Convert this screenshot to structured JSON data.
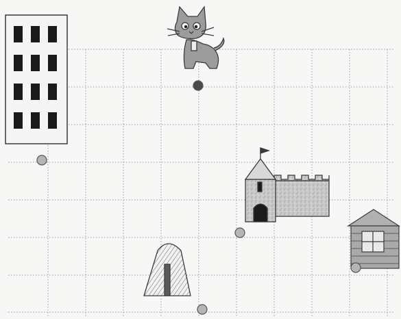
{
  "scene": {
    "description_visible_text": [],
    "grid": {
      "line_style": "dotted",
      "line_color": "#9a9a9a"
    },
    "markers": [
      {
        "id": "marker-building",
        "fill": "#b5b5b5"
      },
      {
        "id": "marker-cat",
        "fill": "#4a4a4a"
      },
      {
        "id": "marker-castle",
        "fill": "#b5b5b5"
      },
      {
        "id": "marker-hut",
        "fill": "#b5b5b5"
      },
      {
        "id": "marker-log-house",
        "fill": "#b5b5b5"
      }
    ],
    "objects": [
      {
        "name": "apartment-building-icon"
      },
      {
        "name": "cat-icon"
      },
      {
        "name": "castle-icon"
      },
      {
        "name": "hut-icon"
      },
      {
        "name": "log-house-icon"
      }
    ],
    "colors": {
      "background": "#f7f7f5",
      "outline": "#3a3a3a",
      "window": "#1a1a1a",
      "stone": "#c7c7c7",
      "cat": "#9c9c9c",
      "log": "#a9a9a9"
    }
  }
}
